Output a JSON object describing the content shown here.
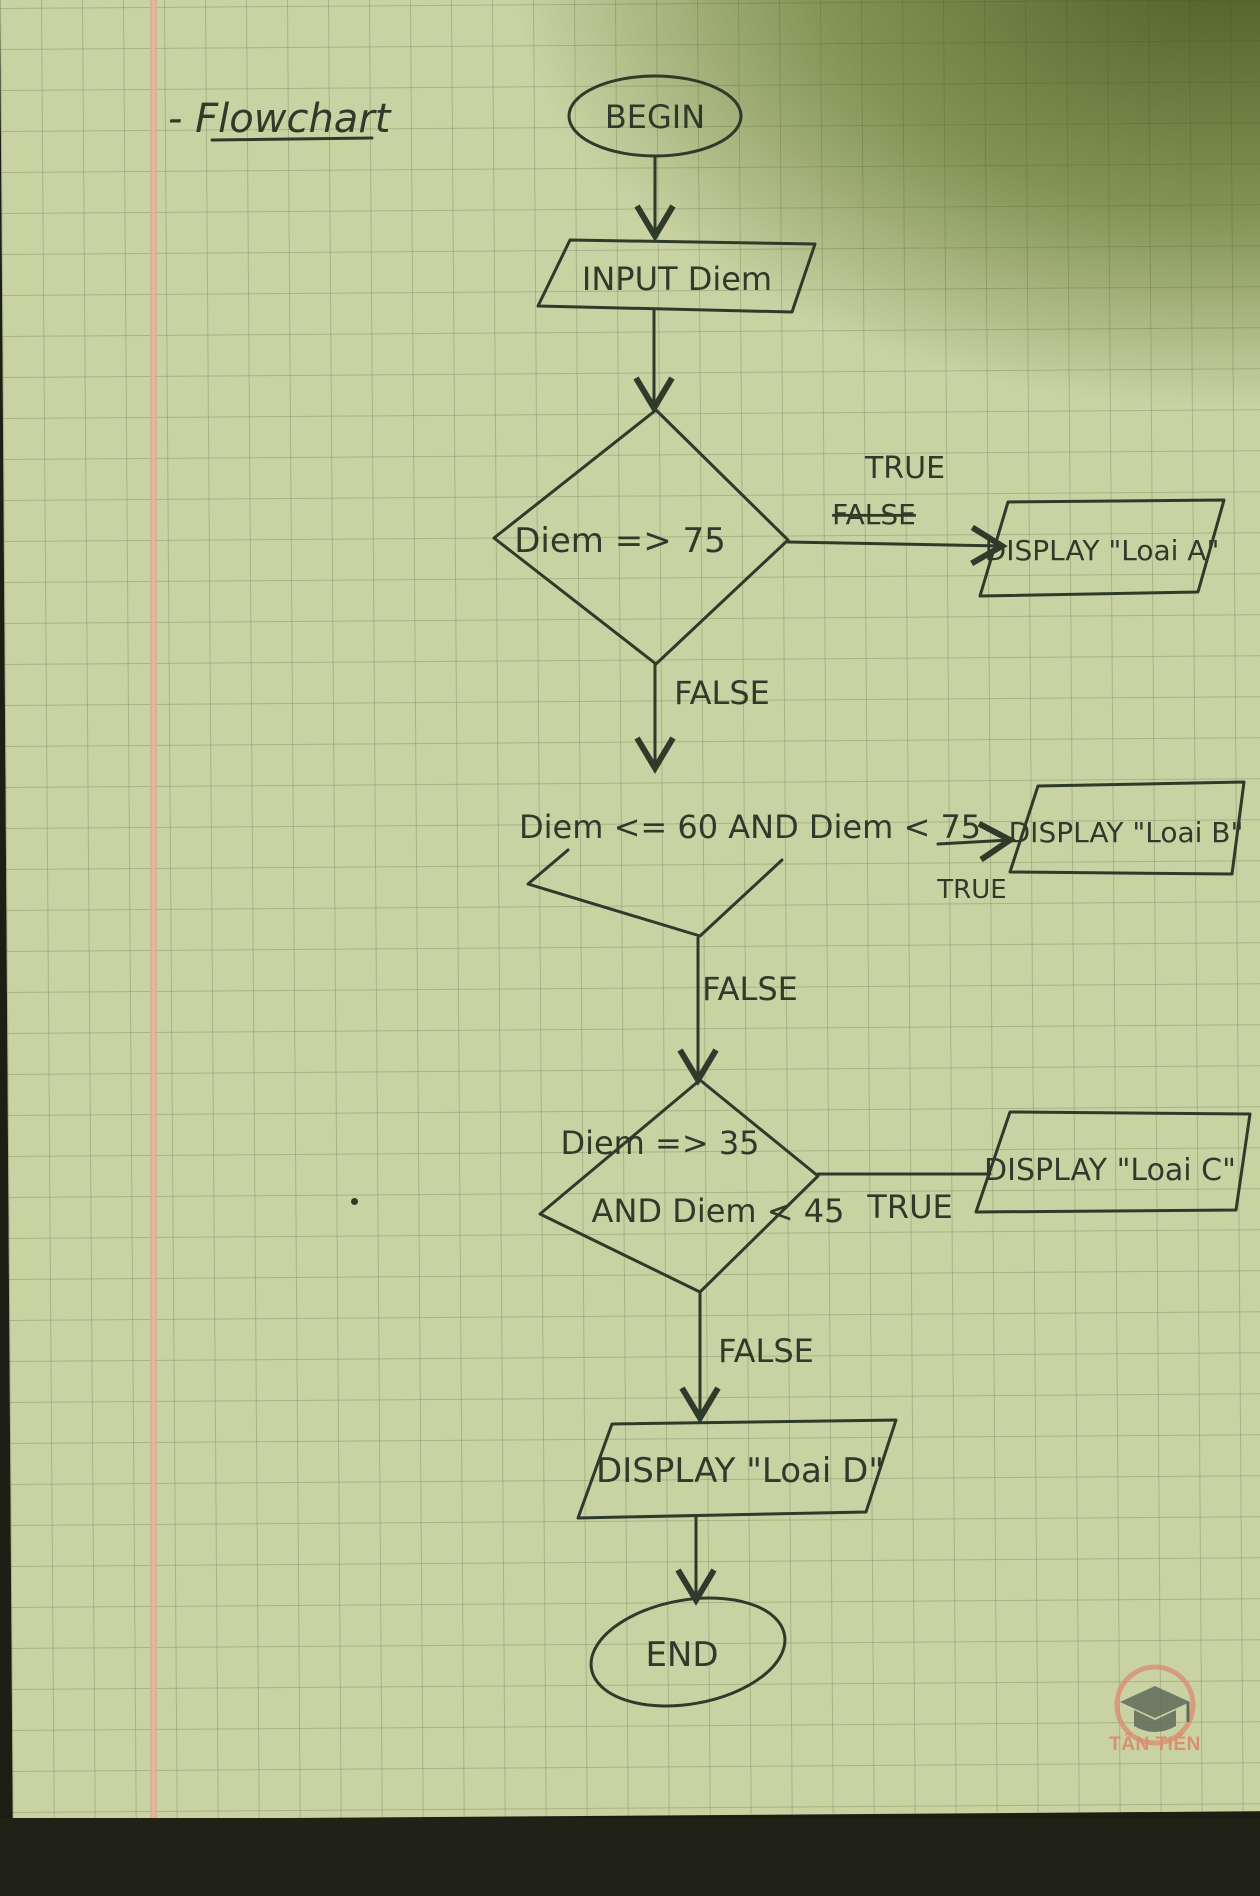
{
  "heading": "- Flowchart",
  "nodes": {
    "begin": "BEGIN",
    "input": "INPUT Diem",
    "decision1": "Diem => 75",
    "output_a": "DISPLAY \"Loai A\"",
    "decision2": "Diem <= 60 AND Diem < 75",
    "output_b": "DISPLAY \"Loai B\"",
    "decision3_line1": "Diem => 35",
    "decision3_line2": "AND Diem < 45",
    "output_c": "DISPLAY \"Loai C\"",
    "output_d": "DISPLAY \"Loai D\"",
    "end": "END"
  },
  "edge_labels": {
    "d1_true": "TRUE",
    "d1_struck": "FALSE",
    "d1_false": "FALSE",
    "d2_true": "TRUE",
    "d2_false": "FALSE",
    "d3_true": "TRUE",
    "d3_false": "FALSE"
  },
  "watermark": "TÂN TIẾN",
  "colors": {
    "paper": "#c9d2a3",
    "ink": "#2f3a2a",
    "logo": "#d98f72"
  }
}
